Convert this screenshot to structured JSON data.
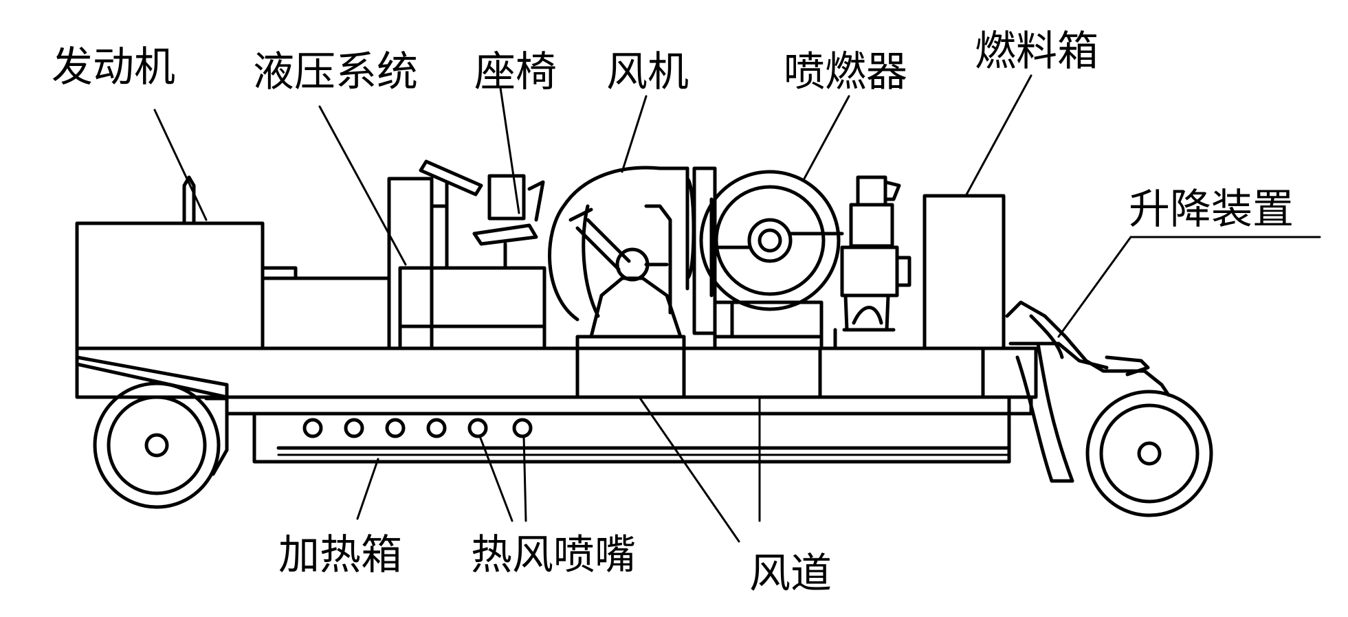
{
  "labels": {
    "engine": "发动机",
    "hydraulic": "液压系统",
    "seat": "座椅",
    "fan": "风机",
    "burner": "喷燃器",
    "fuel_tank": "燃料箱",
    "lifting": "升降装置",
    "heating_box": "加热箱",
    "nozzles": "热风喷嘴",
    "duct": "风道"
  },
  "colors": {
    "line": "#000000",
    "background": "#ffffff"
  }
}
